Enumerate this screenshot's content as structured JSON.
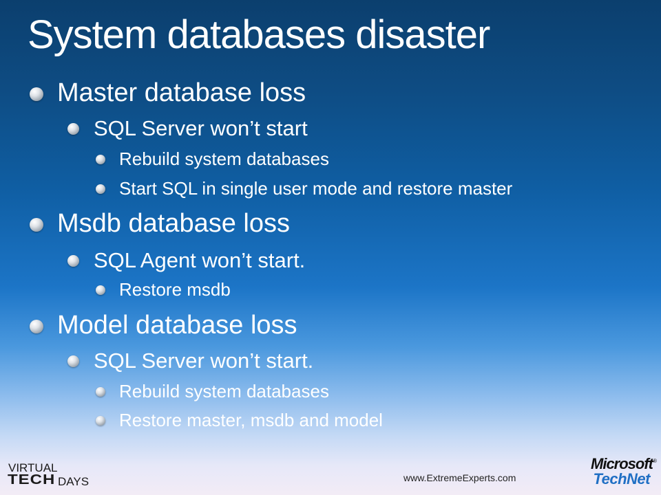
{
  "slide": {
    "title": "System databases disaster",
    "bullets": [
      {
        "level": 1,
        "text": "Master database loss"
      },
      {
        "level": 2,
        "text": "SQL Server won’t start"
      },
      {
        "level": 3,
        "text": "Rebuild system databases"
      },
      {
        "level": 3,
        "text": "Start SQL in single user mode and restore master"
      },
      {
        "level": 1,
        "text": "Msdb database loss"
      },
      {
        "level": 2,
        "text": "SQL Agent won’t start."
      },
      {
        "level": 3,
        "text": "Restore msdb"
      },
      {
        "level": 1,
        "text": "Model database loss"
      },
      {
        "level": 2,
        "text": "SQL Server won’t start."
      },
      {
        "level": 3,
        "text": "Rebuild system databases"
      },
      {
        "level": 3,
        "text": "Restore master, msdb and model"
      }
    ]
  },
  "footer": {
    "logo_virtual": "VIRTUAL",
    "logo_tech": "TECH",
    "logo_days": "DAYS",
    "url": "www.ExtremeExperts.com",
    "ms_brand": "Microsoft",
    "ms_registered": "®",
    "ms_product": "TechNet"
  },
  "colors": {
    "text": "#ffffff",
    "background_top": "#0b3f6e",
    "background_bottom": "#f3ecf6",
    "technet_blue": "#1f6fc4"
  }
}
